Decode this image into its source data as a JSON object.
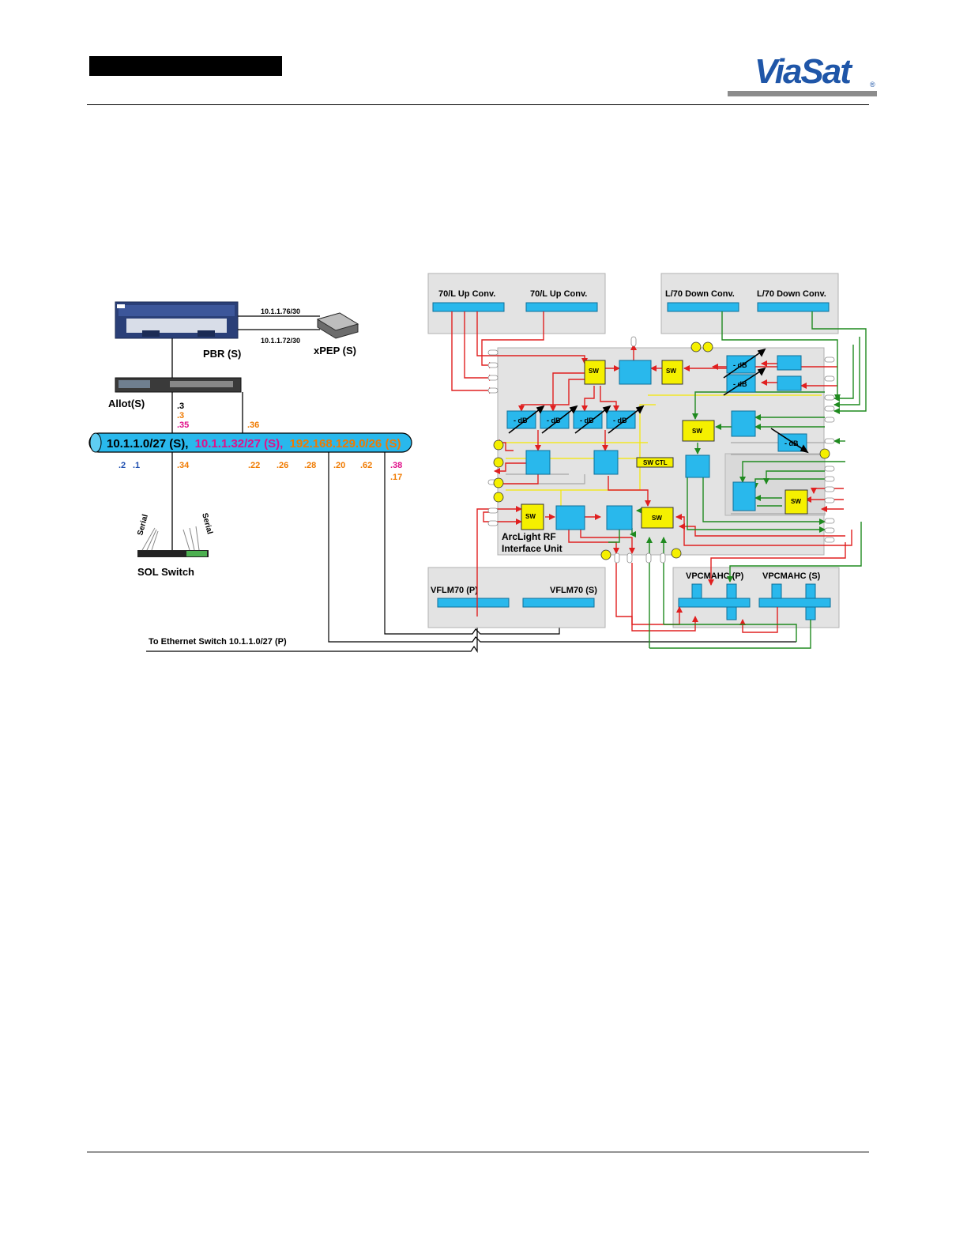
{
  "header": {
    "logo_text": "ViaSat",
    "logo_mark": "®",
    "redacted_bar_color": "#000000",
    "logo_color": "#1f56a8"
  },
  "diagram": {
    "pbr": {
      "label": "PBR (S)",
      "link_top": "10.1.1.76/30",
      "link_bottom": "10.1.1.72/30"
    },
    "xpep": {
      "label": "xPEP (S)"
    },
    "allot": {
      "label": "Allot(S)",
      "addr_black": ".3",
      "addr_orange": ".3",
      "addr_magenta": ".35",
      "addr_right": ".36"
    },
    "subnet_bar": {
      "part1": "10.1.1.0/27 (S),",
      "part2": "10.1.1.32/27 (S),",
      "part3": "192.168.129.0/26 (S)",
      "color_part1": "#000000",
      "color_part2": "#e0108a",
      "color_part3": "#f07a00",
      "bar_color": "#29b8ec"
    },
    "below_bar": {
      "blue": [
        ".2",
        ".1"
      ],
      "orange": [
        ".34",
        ".22",
        ".26",
        ".28",
        ".20",
        ".62"
      ],
      "magenta": ".38",
      "orange_last": ".17"
    },
    "sol_switch": {
      "label": "SOL Switch",
      "serial_left": "Serial",
      "serial_right": "Serial"
    },
    "ethernet_note": "To Ethernet Switch 10.1.1.0/27 (P)",
    "up_conv": [
      "70/L Up Conv.",
      "70/L Up Conv."
    ],
    "down_conv": [
      "L/70 Down Conv.",
      "L/70 Down Conv."
    ],
    "vflm": [
      "VFLM70 (P)",
      "VFLM70 (S)"
    ],
    "vpcmahc": [
      "VPCMAHC (P)",
      "VPCMAHC (S)"
    ],
    "rfiu": {
      "line1": "ArcLight RF",
      "line2": "Interface Unit"
    },
    "sw_label": "SW",
    "sw_ctl_label": "SW CTL",
    "atten_label": "- dB",
    "colors": {
      "red": "#e02020",
      "green": "#1f8a1f",
      "yellow": "#f5f000",
      "cyan": "#29b8ec",
      "panel": "#e0e0e0"
    }
  }
}
